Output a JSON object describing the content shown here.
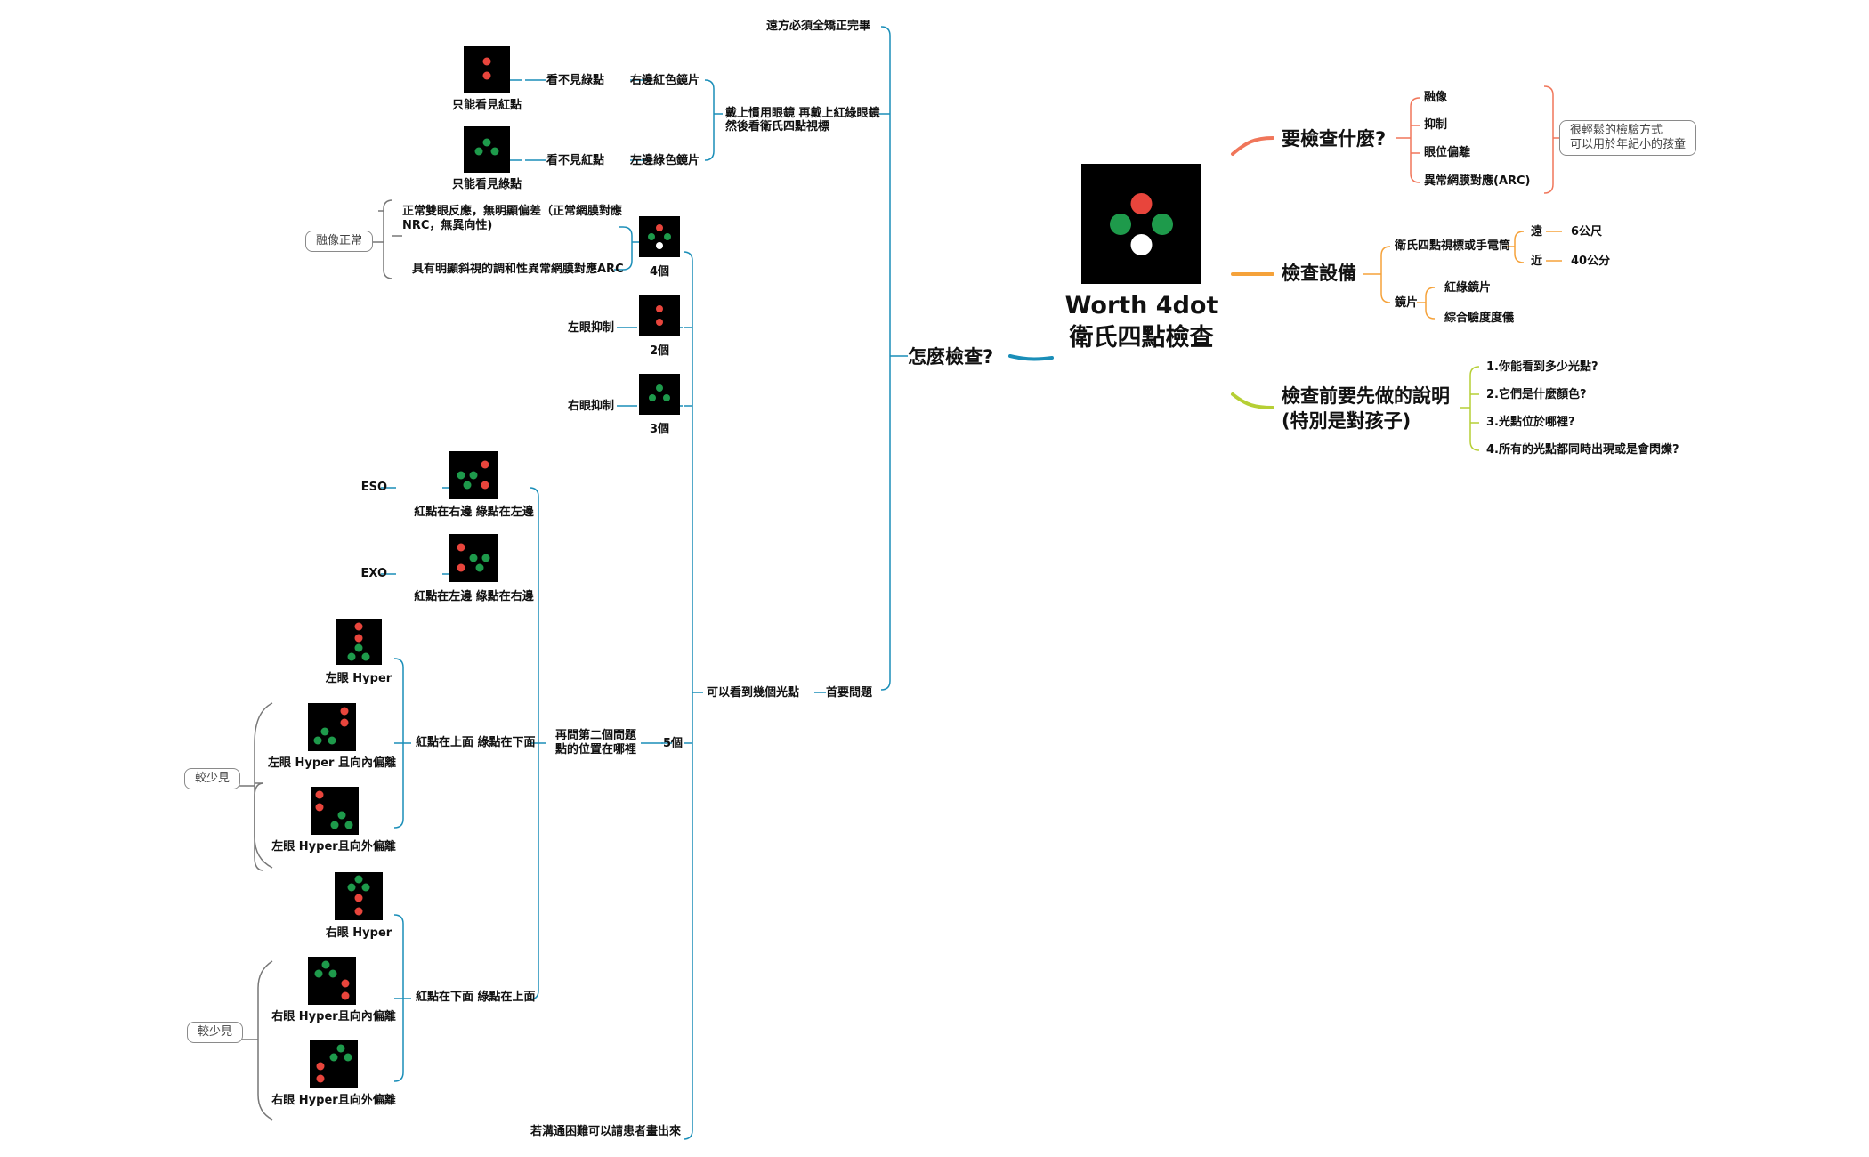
{
  "central": {
    "title_line1": "Worth 4dot",
    "title_line2": "衛氏四點檢查",
    "icon": "worth-4dot-icon",
    "dot_colors": {
      "red": "#e8453c",
      "green": "#1e9a4b",
      "white": "#ffffff"
    }
  },
  "branch_colors": {
    "what": "#f0765a",
    "equipment": "#f5a23a",
    "explain": "#b6cf35",
    "how": "#1a8eb8"
  },
  "what": {
    "title": "要檢查什麼?",
    "items": [
      "融像",
      "抑制",
      "眼位偏離",
      "異常網膜對應(ARC)"
    ],
    "note_line1": "很輕鬆的檢驗方式",
    "note_line2": "可以用於年紀小的孩童"
  },
  "equipment": {
    "title": "檢查設備",
    "device": "衛氏四點視標或手電筒",
    "far": "遠",
    "far_value": "6公尺",
    "near": "近",
    "near_value": "40公分",
    "lens": "鏡片",
    "lens_items": [
      "紅綠鏡片",
      "綜合驗度度儀"
    ]
  },
  "explain": {
    "title_line1": "檢查前要先做的說明",
    "title_line2": "(特別是對孩子)",
    "items": [
      "1.你能看到多少光點?",
      "2.它們是什麼顏色?",
      "3.光點位於哪裡?",
      "4.所有的光點都同時出現或是會閃爍?"
    ]
  },
  "how": {
    "title": "怎麼檢查?",
    "far_complete": "遠方必須全矯正完畢",
    "instruction_line1": "戴上慣用眼鏡 再戴上紅綠眼鏡",
    "instruction_line2": "然後看衛氏四點視標",
    "red_lens_right": "右邊紅色鏡片",
    "no_green": "看不見綠點",
    "only_red": "只能看見紅點",
    "green_lens_left": "左邊綠色鏡片",
    "no_red": "看不見紅點",
    "only_green": "只能看見綠點",
    "first_question": "首要問題",
    "how_many": "可以看到幾個光點",
    "four": "4個",
    "normal_response_line1": "正常雙眼反應，無明顯偏差（正常網膜對應",
    "normal_response_line2": "NRC，無異向性)",
    "harmonious_arc": "具有明顯斜視的調和性異常網膜對應ARC",
    "fusion_normal": "融像正常",
    "two": "2個",
    "left_suppression": "左眼抑制",
    "three": "3個",
    "right_suppression": "右眼抑制",
    "five": "5個",
    "second_q_line1": "再問第二個問題",
    "second_q_line2": "點的位置在哪裡",
    "red_right": "紅點在右邊 綠點在左邊",
    "eso": "ESO",
    "red_left": "紅點在左邊 綠點在右邊",
    "exo": "EXO",
    "red_top": "紅點在上面 綠點在下面",
    "left_hyper": "左眼 Hyper",
    "left_hyper_in": "左眼 Hyper 且向內偏離",
    "left_hyper_out": "左眼 Hyper且向外偏離",
    "rare": "較少見",
    "red_bottom": "紅點在下面 綠點在上面",
    "right_hyper": "右眼 Hyper",
    "right_hyper_in": "右眼 Hyper且向內偏離",
    "right_hyper_out": "右眼 Hyper且向外偏離",
    "draw_note": "若溝通困難可以請患者畫出來"
  }
}
